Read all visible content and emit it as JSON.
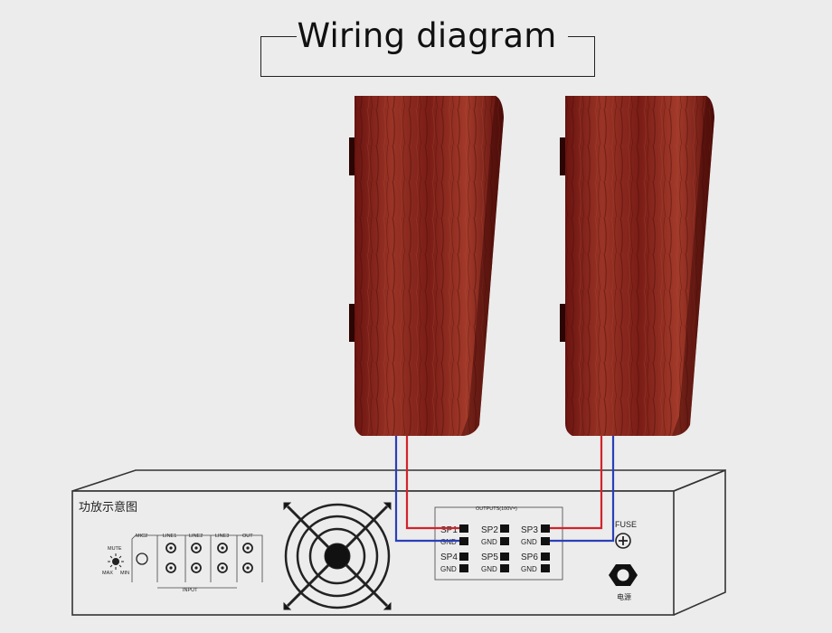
{
  "title": "Wiring diagram",
  "amplifier": {
    "panel_label": "功放示意图",
    "mute_label": "MUTE",
    "max_label": "MAX",
    "min_label": "MIN",
    "mic2_label": "MIC2",
    "line1_label": "LINE1",
    "line2_label": "LINE2",
    "line3_label": "LINE3",
    "out_label": "OUT",
    "input_label": "INPUT",
    "outputs_label": "OUTPUTS(100V≈)",
    "fuse_label": "FUSE",
    "power_label": "电源"
  },
  "terminals": {
    "sp1": "SP1",
    "sp2": "SP2",
    "sp3": "SP3",
    "sp4": "SP4",
    "sp5": "SP5",
    "sp6": "SP6",
    "gnd": "GND"
  },
  "colors": {
    "signal_wire": "#d2232a",
    "ground_wire": "#2b3fb8",
    "wood_dark": "#5a0f0c",
    "wood_mid": "#8e2a20"
  }
}
